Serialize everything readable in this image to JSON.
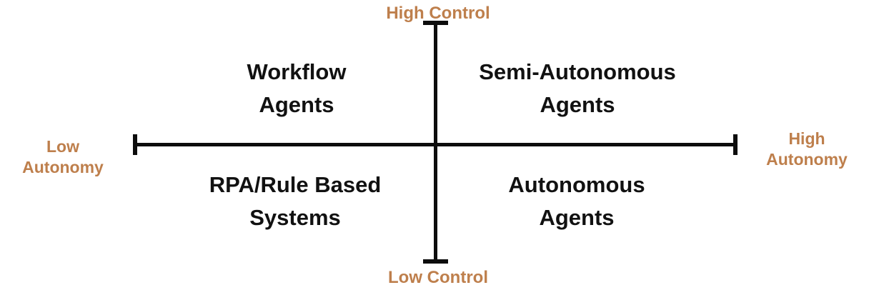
{
  "chart_data": {
    "type": "diagram",
    "subtype": "2x2-matrix",
    "title": "",
    "xlabel": "Autonomy",
    "ylabel": "Control",
    "axes": {
      "horizontal": {
        "left_label": "Low\nAutonomy",
        "right_label": "High\nAutonomy"
      },
      "vertical": {
        "top_label": "High Control",
        "bottom_label": "Low Control"
      }
    },
    "quadrants": [
      {
        "position": "top-left",
        "label": "Workflow\nAgents",
        "x": "low-autonomy",
        "y": "high-control"
      },
      {
        "position": "top-right",
        "label": "Semi-Autonomous\nAgents",
        "x": "high-autonomy",
        "y": "high-control"
      },
      {
        "position": "bottom-left",
        "label": "RPA/Rule Based\nSystems",
        "x": "low-autonomy",
        "y": "low-control"
      },
      {
        "position": "bottom-right",
        "label": "Autonomous\nAgents",
        "x": "high-autonomy",
        "y": "low-control"
      }
    ],
    "colors": {
      "axis": "#0d0d0d",
      "axis_label": "#be7f4c",
      "quadrant_label": "#111111",
      "background": "#ffffff"
    },
    "grid": false,
    "legend": false
  },
  "axis_labels": {
    "high_control": "High Control",
    "low_control": "Low Control",
    "low_autonomy": "Low\nAutonomy",
    "high_autonomy": "High\nAutonomy"
  },
  "quadrant_labels": {
    "top_left": "Workflow\nAgents",
    "top_right": "Semi-Autonomous\nAgents",
    "bottom_left": "RPA/Rule Based\nSystems",
    "bottom_right": "Autonomous\nAgents"
  }
}
